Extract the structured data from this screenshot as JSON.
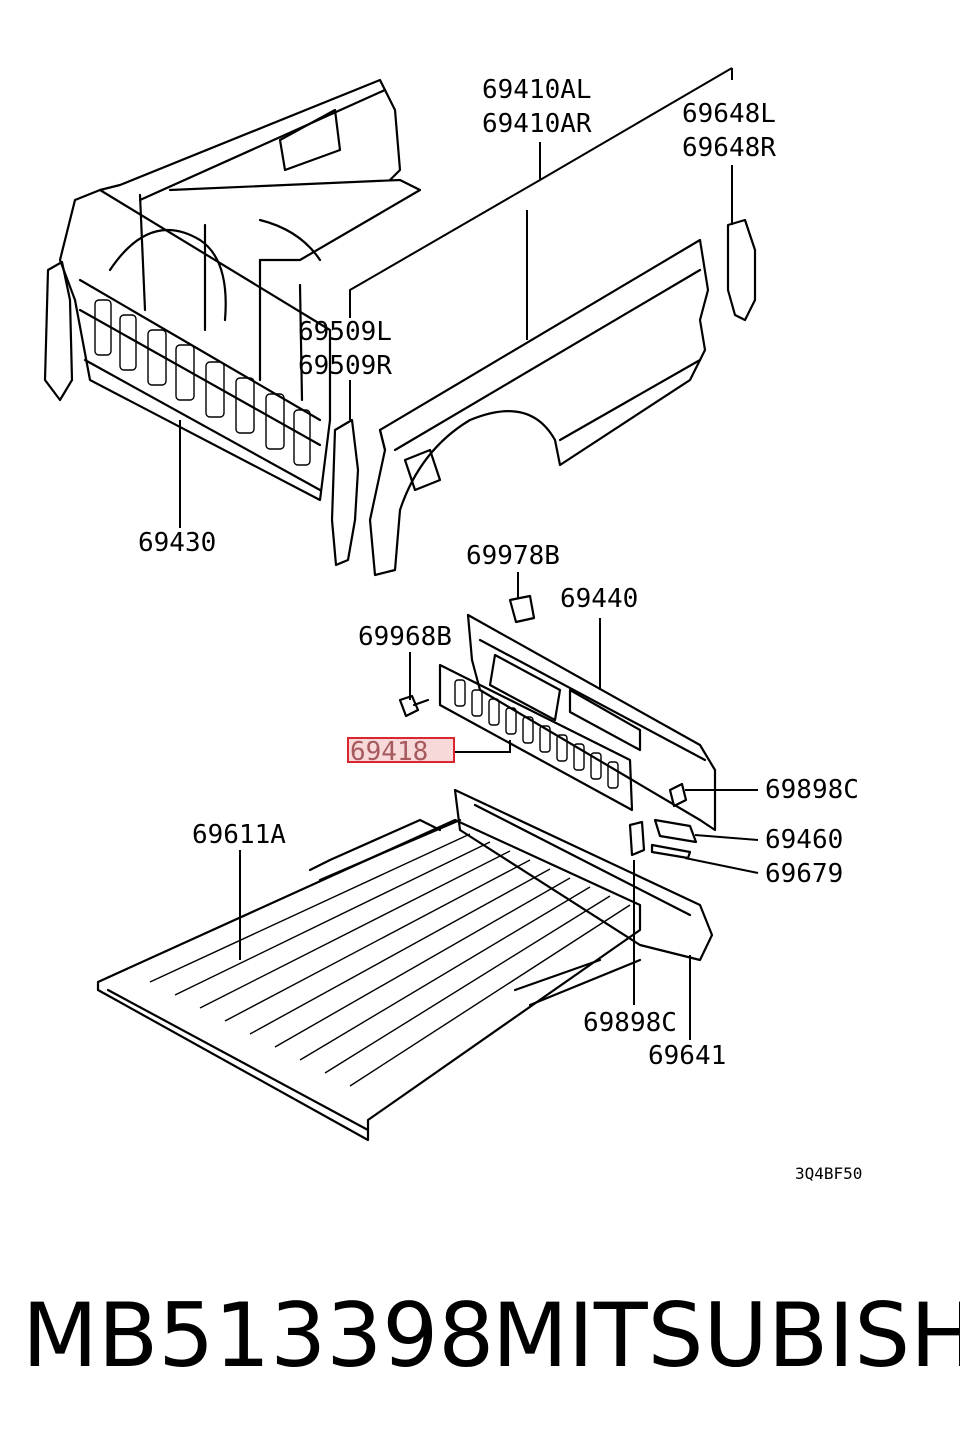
{
  "parts": {
    "p69410AL": "69410AL",
    "p69410AR": "69410AR",
    "p69648L": "69648L",
    "p69648R": "69648R",
    "p69509L": "69509L",
    "p69509R": "69509R",
    "p69430": "69430",
    "p69978B": "69978B",
    "p69440": "69440",
    "p69968B": "69968B",
    "p69418": "69418",
    "p69898C_a": "69898C",
    "p69611A": "69611A",
    "p69460": "69460",
    "p69679": "69679",
    "p69898C_b": "69898C",
    "p69641": "69641"
  },
  "diagram_code": "3Q4BF50",
  "part_number": "MB513398",
  "brand": "MITSUBISHI",
  "highlight_color": "#d9272d"
}
